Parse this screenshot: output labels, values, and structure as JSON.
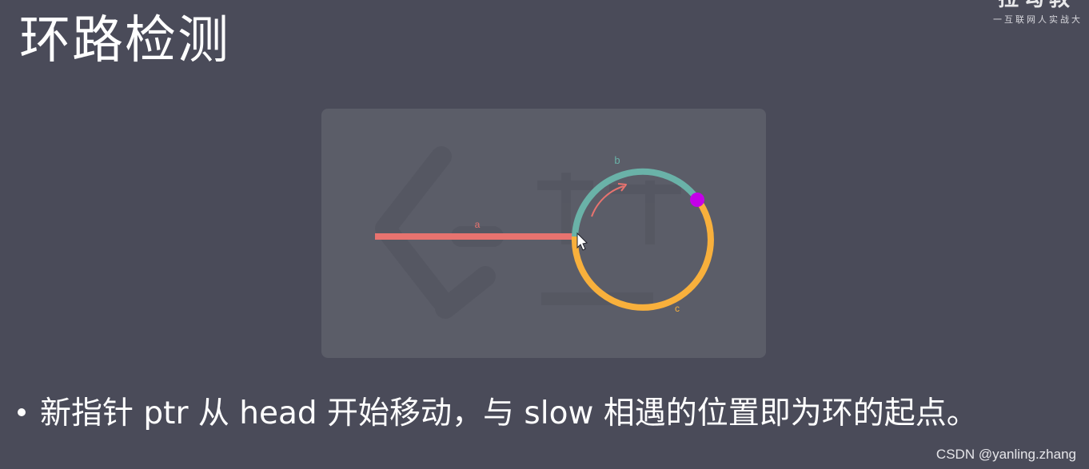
{
  "slide": {
    "title": "环路检测",
    "bullet": "新指针 ptr 从 head 开始移动，与 slow 相遇的位置即为环的起点。",
    "credit": "CSDN @yanling.zhang"
  },
  "brand": {
    "glyphs": "拉勾教",
    "tagline": "一互联网人实战大"
  },
  "diagram": {
    "segments": [
      {
        "id": "a",
        "label": "a",
        "color": "#e8736f"
      },
      {
        "id": "b",
        "label": "b",
        "color": "#6ab2a8"
      },
      {
        "id": "c",
        "label": "c",
        "color": "#f8b03c"
      }
    ],
    "pointer_color": "#c400e8",
    "arrow_color": "#e8736f",
    "watermark_icons": [
      "leetcode-logo-icon"
    ]
  },
  "colors": {
    "background": "#4a4b59",
    "card": "#5b5d68",
    "text": "#ffffff"
  }
}
